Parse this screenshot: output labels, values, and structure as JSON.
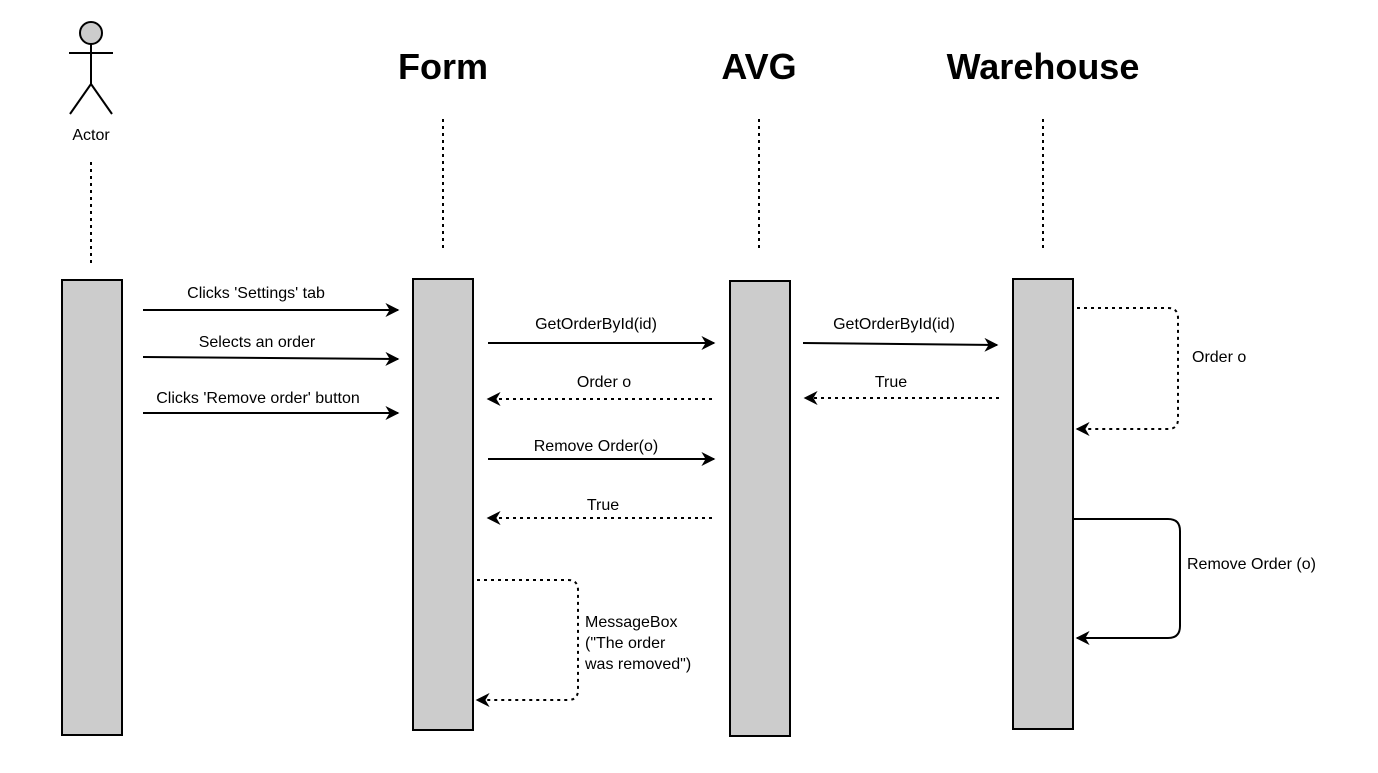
{
  "participants": {
    "actor": "Actor",
    "form": "Form",
    "avg": "AVG",
    "warehouse": "Warehouse"
  },
  "messages": {
    "clicks_settings": "Clicks 'Settings' tab",
    "selects_order": "Selects an order",
    "clicks_remove": "Clicks 'Remove order' button",
    "form_get_order": "GetOrderById(id)",
    "avg_return_order": "Order o",
    "form_remove_order": "Remove Order(o)",
    "avg_return_true": "True",
    "avg_get_order": "GetOrderById(id)",
    "warehouse_return_true": "True",
    "warehouse_self_order": "Order o",
    "warehouse_self_remove": "Remove Order (o)",
    "messagebox_line1": "MessageBox",
    "messagebox_line2": "(\"The order",
    "messagebox_line3": "was removed\")"
  },
  "colors": {
    "activation_fill": "#cccccc",
    "line": "#000000",
    "actor_head": "#cccccc"
  }
}
